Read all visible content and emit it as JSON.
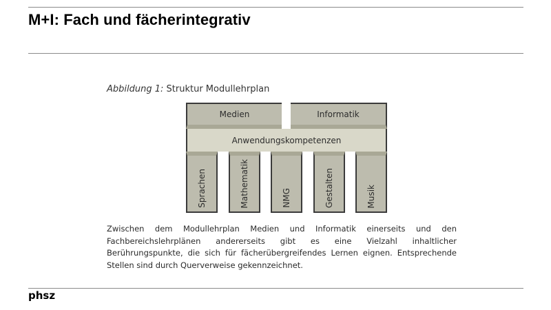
{
  "slide": {
    "title": "M+I: Fach und fächerintegrativ",
    "footer_logo": "phsz"
  },
  "figure": {
    "caption_label": "Abbildung 1:",
    "caption_text": " Struktur Modullehrplan",
    "top_boxes": [
      "Medien",
      "Informatik"
    ],
    "band": "Anwendungskompetenzen",
    "columns": [
      "Sprachen",
      "Mathematik",
      "NMG",
      "Gestalten",
      "Musik"
    ],
    "colors": {
      "box": "#bdbcae",
      "strip": "#a9a896",
      "band": "#d9d8c9",
      "border": "#3a3a3a"
    }
  },
  "body_text": "Zwischen dem Modullehrplan Medien und Informatik einerseits und den Fachbereichslehrplänen andererseits gibt es eine Vielzahl inhaltlicher Berührungspunkte, die sich für fächerübergreifendes Lernen eignen. Entsprechende Stellen sind durch Querverweise gekennzeichnet."
}
